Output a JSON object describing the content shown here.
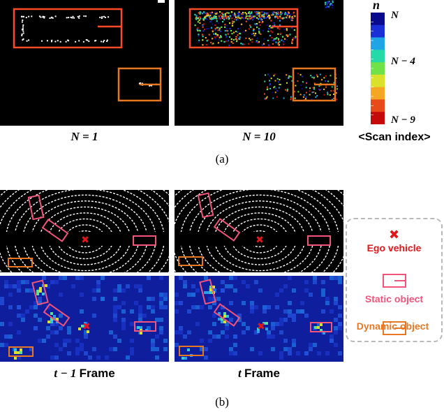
{
  "panel_a": {
    "subfig_label": "(a)",
    "captions": [
      "N = 1",
      "N = 10"
    ],
    "colorbar": {
      "title": "n",
      "tick_labels": [
        "N",
        "N − 4",
        "N − 9"
      ],
      "caption": "<Scan index>",
      "colors": [
        "#0a0a8c",
        "#1a2fd6",
        "#1fa5e6",
        "#25d9a8",
        "#6fe24a",
        "#d9e12a",
        "#f5a623",
        "#e84a1a",
        "#c40a0a"
      ]
    }
  },
  "panel_b": {
    "subfig_label": "(b)",
    "captions": [
      "t − 1 Frame",
      "t Frame"
    ],
    "caption_vars": [
      "t − 1",
      "t"
    ],
    "caption_word": "Frame"
  },
  "legend": {
    "items": [
      {
        "label": "Ego vehicle",
        "color": "#e3161b",
        "icon": "x-mark-icon"
      },
      {
        "label": "Static object",
        "color": "#f2547a",
        "icon": "box-icon"
      },
      {
        "label": "Dynamic object",
        "color": "#e87722",
        "icon": "box-icon"
      }
    ]
  },
  "colors": {
    "static_box": "#f2547a",
    "dynamic_box": "#e87722",
    "ego": "#e3161b",
    "bev_background": "#0f1e9c"
  }
}
